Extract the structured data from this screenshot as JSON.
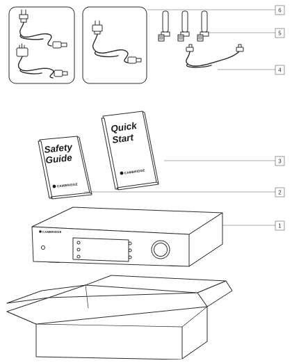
{
  "callouts": [
    {
      "id": "callout-1",
      "label": "1"
    },
    {
      "id": "callout-2",
      "label": "2"
    },
    {
      "id": "callout-3",
      "label": "3"
    },
    {
      "id": "callout-4",
      "label": "4"
    },
    {
      "id": "callout-5",
      "label": "5"
    },
    {
      "id": "callout-6",
      "label": "6"
    }
  ],
  "safety_guide": {
    "title_line1": "Safety",
    "title_line2": "Guide",
    "brand": "CAMBRIDGE"
  },
  "quick_start": {
    "title_line1": "Quick",
    "title_line2": "Start",
    "brand": "CAMBRIDGE"
  },
  "unit": {
    "brand": "CAMBRIDGE"
  }
}
